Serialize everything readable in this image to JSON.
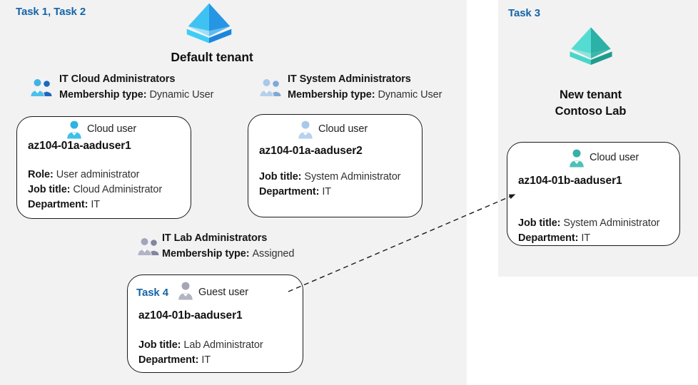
{
  "page": {
    "task_left_label": "Task 1, Task 2",
    "task_right_label": "Task 3"
  },
  "colors": {
    "task_label_blue": "#1464a8",
    "panel_bg": "#f2f2f2",
    "card_border": "#1a1a1a",
    "arrow": "#1a1a1a",
    "tenant_default_blue": "#2695e4",
    "tenant_new_teal": "#2cb1a6",
    "group_cloud_icon_front": "#3fb3e3",
    "group_cloud_icon_back": "#1f66c0",
    "group_system_icon_front": "#a8c8e9",
    "group_system_icon_back": "#7fa8d8",
    "group_lab_icon_front": "#a2a5bd",
    "group_lab_icon_back": "#83859d",
    "user_cloud1_icon": "#2eb4e1",
    "user_cloud2_icon": "#a9c9ea",
    "user_guest_icon": "#a3a6b5",
    "user_new_icon": "#3abcb1"
  },
  "default_tenant": {
    "label": "Default tenant"
  },
  "new_tenant": {
    "label_line1": "New tenant",
    "label_line2": "Contoso Lab"
  },
  "groups": [
    {
      "title": "IT Cloud Administrators",
      "membership_label": "Membership type:",
      "membership_value": "Dynamic User"
    },
    {
      "title": "IT System Administrators",
      "membership_label": "Membership type:",
      "membership_value": "Dynamic User"
    },
    {
      "title": "IT Lab Administrators",
      "membership_label": "Membership type:",
      "membership_value": "Assigned"
    }
  ],
  "cards": [
    {
      "header": "Cloud user",
      "username": "az104-01a-aaduser1",
      "fields": [
        {
          "label": "Role:",
          "value": "User administrator"
        },
        {
          "label": "Job title:",
          "value": "Cloud Administrator"
        },
        {
          "label": "Department:",
          "value": "IT"
        }
      ]
    },
    {
      "header": "Cloud user",
      "username": "az104-01a-aaduser2",
      "fields": [
        {
          "label": "Job title:",
          "value": "System Administrator"
        },
        {
          "label": "Department:",
          "value": "IT"
        }
      ]
    },
    {
      "task_label": "Task 4",
      "header": "Guest user",
      "username": "az104-01b-aaduser1",
      "fields": [
        {
          "label": "Job title:",
          "value": "Lab Administrator"
        },
        {
          "label": "Department:",
          "value": "IT"
        }
      ]
    },
    {
      "header": "Cloud user",
      "username": "az104-01b-aaduser1",
      "fields": [
        {
          "label": "Job title:",
          "value": "System Administrator"
        },
        {
          "label": "Department:",
          "value": "IT"
        }
      ]
    }
  ],
  "arrow": {
    "from": "guest-user-card",
    "to": "new-tenant-cloud-user-card",
    "style": "dashed"
  }
}
